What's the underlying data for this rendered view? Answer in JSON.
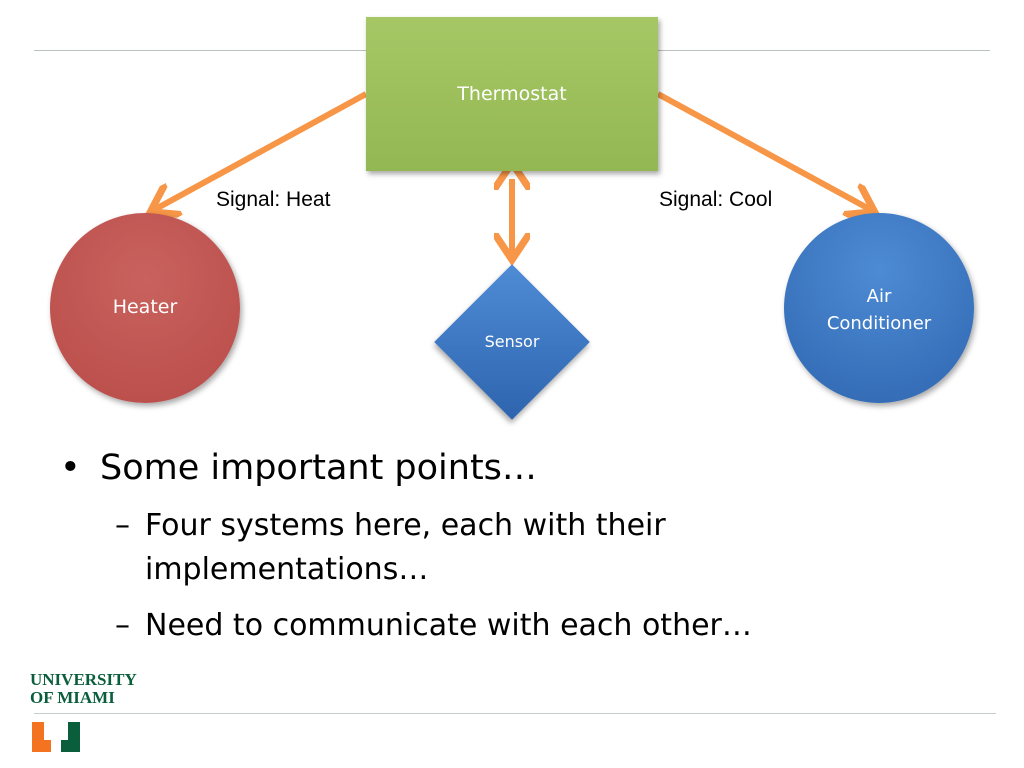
{
  "diagram": {
    "nodes": {
      "thermostat": "Thermostat",
      "heater": "Heater",
      "ac_line1": "Air",
      "ac_line2": "Conditioner",
      "sensor": "Sensor"
    },
    "edges": {
      "heat_label": "Signal: Heat",
      "cool_label": "Signal: Cool"
    },
    "colors": {
      "thermostat": "#9bbe5b",
      "heater": "#c0504d",
      "ac": "#3a74c2",
      "sensor": "#3a74c2",
      "arrow": "#f79646"
    }
  },
  "bullets": {
    "main": "Some important points…",
    "sub1_line1": "Four systems here, each with their",
    "sub1_line2": "implementations…",
    "sub2": "Need to communicate with each other…"
  },
  "footer": {
    "logo_line1": "UNIVERSITY",
    "logo_line2": "OF MIAMI",
    "logo_colors": {
      "green": "#0b5e3b",
      "orange": "#f47321"
    }
  }
}
